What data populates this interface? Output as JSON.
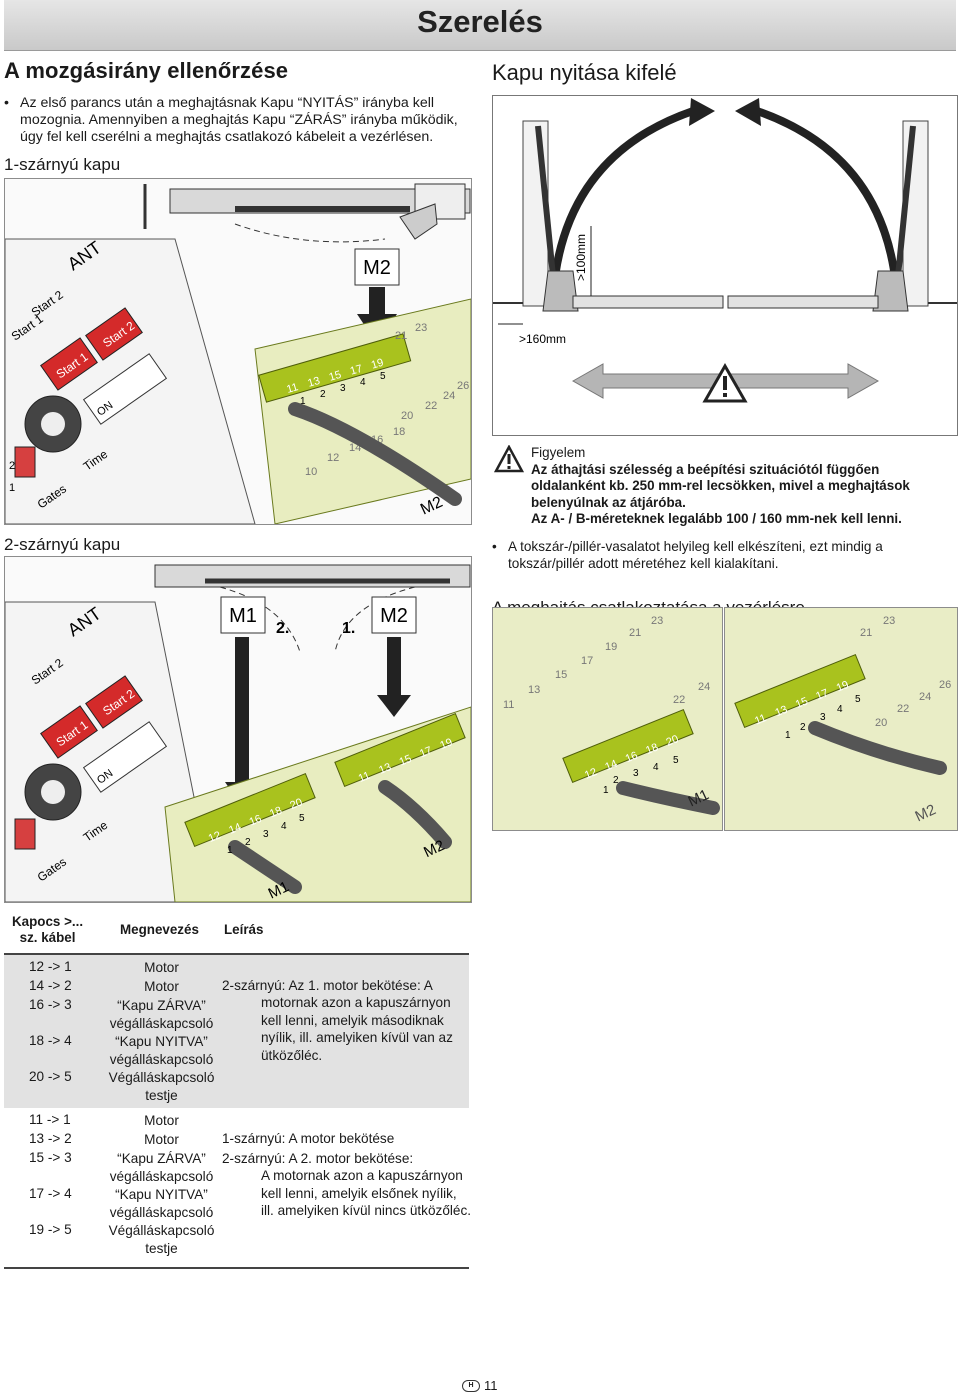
{
  "header": {
    "title": "Szerelés"
  },
  "left": {
    "heading": "A mozgásirány ellenőrzése",
    "intro": "Az első parancs után a meghajtásnak Kapu “NYITÁS” irányba kell mozognia. Amennyiben a meghajtás Kapu “ZÁRÁS” irányba működik, úgy fel kell cserélni a meghajtás csatlakozó kábeleit a vezérlésen.",
    "single_label": "1-szárnyú kapu",
    "double_label": "2-szárnyú kapu"
  },
  "fig_single": {
    "motor_label": "M2",
    "ant": "ANT",
    "start2": "Start 2",
    "start1": "Start 1",
    "btn_start2": "Start 2",
    "btn_start1": "Start 1",
    "on": "ON",
    "time": "Time",
    "gates": "Gates",
    "wire_m2": "M2",
    "terms_top": [
      "11",
      "13",
      "15",
      "17",
      "19",
      "21",
      "23"
    ],
    "terms_bottom": [
      "10",
      "12",
      "14",
      "16",
      "18",
      "20",
      "22",
      "24",
      "26"
    ],
    "wires": [
      "1",
      "2",
      "3",
      "4",
      "5"
    ],
    "gate_label_left": "1",
    "gate_label_right": "2"
  },
  "fig_double": {
    "m1": "M1",
    "m2": "M2",
    "n2": "2.",
    "n1": "1.",
    "ant": "ANT",
    "start2": "Start 2",
    "btn_start2": "Start 2",
    "btn_start1": "Start 1",
    "on": "ON",
    "time": "Time",
    "gates": "Gates",
    "wire_m1": "M1",
    "wire_m2": "M2",
    "terms_a": [
      "12",
      "14",
      "16",
      "18",
      "20"
    ],
    "terms_b": [
      "11",
      "13",
      "15",
      "17",
      "19"
    ],
    "wires": [
      "1",
      "2",
      "3",
      "4",
      "5"
    ]
  },
  "right": {
    "heading": "Kapu nyitása kifelé",
    "dim_100": ">100mm",
    "dim_160": ">160mm",
    "warning_title": "Figyelem",
    "warning_body": "Az áthajtási szélesség a beépítési szituációtól függően oldalanként kb. 250 mm-rel lecsökken, mivel a meghajtások belenyúlnak az átjáróba.\nAz A- / B-méreteknek legalább 100 / 160 mm-nek kell lenni.",
    "bullet": "A tokszár-/pillér-vasalatot helyileg kell elkészíteni, ezt mindig a tokszár/pillér adott méretéhez kell kialakítani.",
    "connect_heading": "A meghajtás csatlakoztatása a vezérlésre",
    "connect_a": {
      "terms_top": [
        "11",
        "13",
        "15",
        "17",
        "19",
        "21",
        "23"
      ],
      "terms_bottom": [
        "12",
        "14",
        "16",
        "18",
        "20",
        "22",
        "24"
      ],
      "wires": [
        "1",
        "2",
        "3",
        "4",
        "5"
      ],
      "motor": "M1"
    },
    "connect_b": {
      "terms_top": [
        "11",
        "13",
        "15",
        "17",
        "19",
        "21",
        "23"
      ],
      "terms_bottom": [
        "20",
        "22",
        "24",
        "26"
      ],
      "wires": [
        "1",
        "2",
        "3",
        "4",
        "5"
      ],
      "motor": "M2"
    }
  },
  "table": {
    "col_terminal": "Kapocs >...",
    "col_terminal2": "sz. kábel",
    "col_name": "Megnevezés",
    "col_desc": "Leírás",
    "block1": {
      "rows": [
        {
          "terminal": "12 -> 1",
          "name": "Motor"
        },
        {
          "terminal": "14 -> 2",
          "name": "Motor"
        },
        {
          "terminal": "16 -> 3",
          "name": "“Kapu ZÁRVA” végálláskapcsoló"
        },
        {
          "terminal": "18 -> 4",
          "name": "“Kapu NYITVA” végálláskapcsoló"
        },
        {
          "terminal": "20 -> 5",
          "name": "Végálláskapcsoló testje"
        }
      ],
      "desc_title": "2-szárnyú: Az 1. motor bekötése: A",
      "desc_body": "motornak azon a kapuszárnyon kell lenni, amelyik másodiknak nyílik, ill. amelyiken kívül van az ütközőléc."
    },
    "block2": {
      "rows": [
        {
          "terminal": "11 -> 1",
          "name": "Motor"
        },
        {
          "terminal": "13 -> 2",
          "name": "Motor"
        },
        {
          "terminal": "15 -> 3",
          "name": "“Kapu ZÁRVA” végálláskapcsoló"
        },
        {
          "terminal": "17 -> 4",
          "name": "“Kapu NYITVA” végálláskapcsoló"
        },
        {
          "terminal": "19 -> 5",
          "name": "Végálláskapcsoló testje"
        }
      ],
      "desc_1": "1-szárnyú: A motor bekötése",
      "desc_title": "2-szárnyú: A 2. motor bekötése:",
      "desc_body": "A motornak azon a kapuszárnyon kell lenni, amelyik elsőnek nyílik, ill. amelyiken kívül nincs ütközőléc."
    }
  },
  "footer": {
    "lang": "H",
    "page": "11"
  }
}
